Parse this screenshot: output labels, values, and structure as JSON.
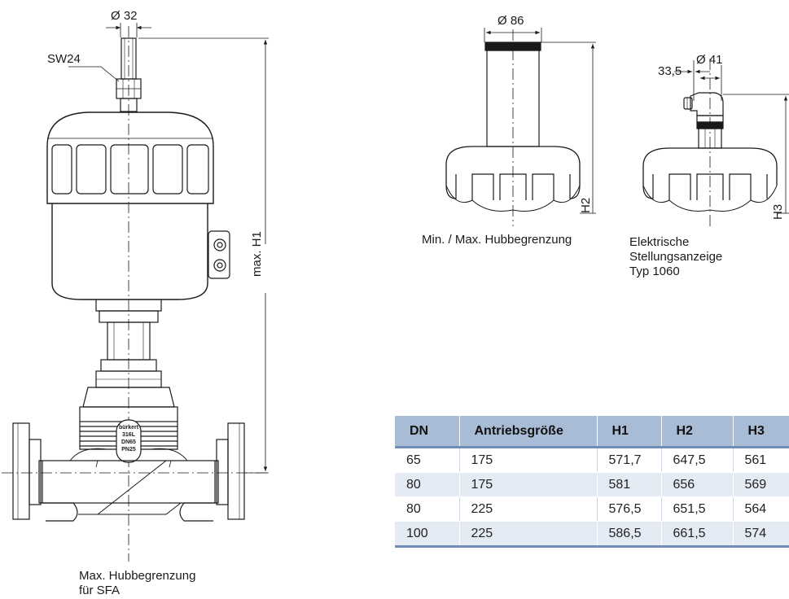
{
  "labels": {
    "dia_32": "Ø 32",
    "sw24": "SW24",
    "max_h1": "max. H1",
    "dia_86": "Ø 86",
    "h2": "H2",
    "dia_41": "Ø 41",
    "dim_33_5": "33,5",
    "h3": "H3",
    "nameplate": [
      "bürkert",
      "316L",
      "DN65",
      "PN25"
    ]
  },
  "captions": {
    "valve": [
      "Max. Hubbegrenzung",
      "für SFA"
    ],
    "stroke_limit": "Min. / Max. Hubbegrenzung",
    "position_indicator": [
      "Elektrische",
      "Stellungsanzeige",
      "Typ 1060"
    ]
  },
  "table": {
    "headers": [
      "DN",
      "Antriebsgröße",
      "H1",
      "H2",
      "H3"
    ],
    "rows": [
      [
        "65",
        "175",
        "571,7",
        "647,5",
        "561"
      ],
      [
        "80",
        "175",
        "581",
        "656",
        "569"
      ],
      [
        "80",
        "225",
        "576,5",
        "651,5",
        "564"
      ],
      [
        "100",
        "225",
        "586,5",
        "661,5",
        "574"
      ]
    ]
  },
  "colors": {
    "line": "#1a1a1a",
    "table_header": "#a9bcd6",
    "table_stripe": "#e4ebf4",
    "table_rule": "#6d8db8"
  }
}
